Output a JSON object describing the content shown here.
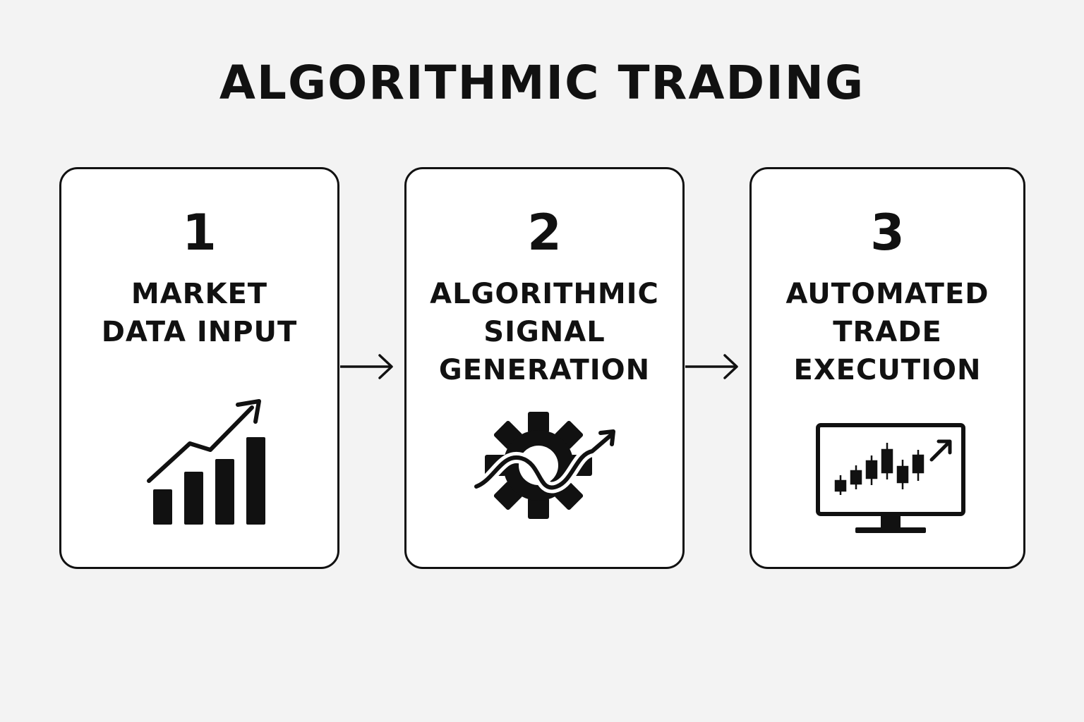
{
  "title": "ALGORITHMIC TRADING",
  "steps": [
    {
      "number": "1",
      "label": "MARKET\nDATA INPUT",
      "icon": "bar-chart-trend-icon"
    },
    {
      "number": "2",
      "label": "ALGORITHMIC\nSIGNAL\nGENERATION",
      "icon": "gear-wave-icon"
    },
    {
      "number": "3",
      "label": "AUTOMATED\nTRADE\nEXECUTION",
      "icon": "monitor-candlestick-icon"
    }
  ],
  "colors": {
    "background": "#f3f3f3",
    "card": "#ffffff",
    "ink": "#111111"
  }
}
